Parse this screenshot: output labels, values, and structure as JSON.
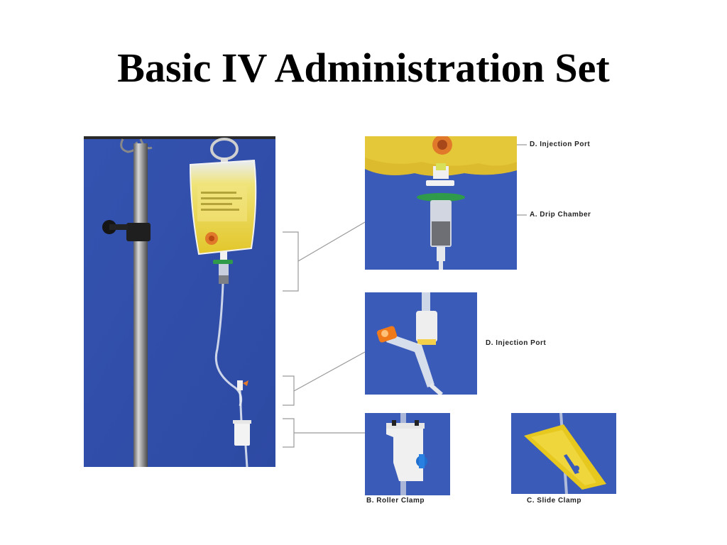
{
  "slide": {
    "title": "Basic IV Administration Set"
  },
  "labels": {
    "injection_port_top": "D. Injection Port",
    "drip_chamber": "A. Drip Chamber",
    "injection_port_mid": "D. Injection Port",
    "roller_clamp": "B. Roller Clamp",
    "slide_clamp": "C. Slide Clamp"
  },
  "colors": {
    "photo_background": "#3a5bb8",
    "solution_yellow": "#e8d23a",
    "injection_orange": "#e07a2a",
    "drip_green": "#2e9a4a",
    "clamp_yellow": "#e6c81f",
    "pole_metal": "#9a9a9a"
  }
}
